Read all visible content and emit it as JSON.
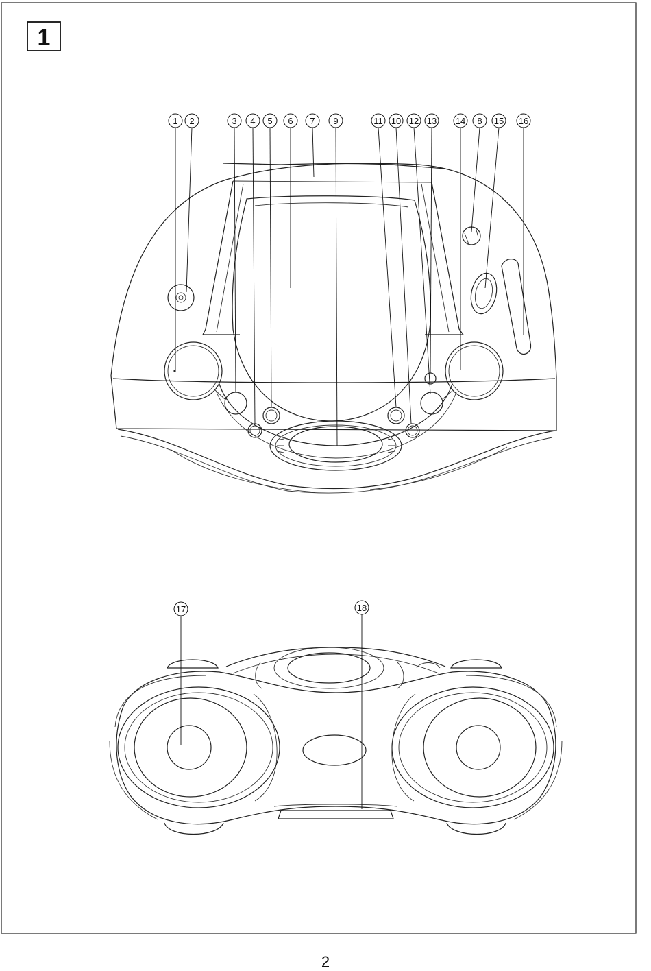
{
  "figure": {
    "number": "1"
  },
  "page": {
    "number": "2"
  },
  "front_view": {
    "callouts": [
      {
        "id": "c1",
        "label": "1"
      },
      {
        "id": "c2",
        "label": "2"
      },
      {
        "id": "c3",
        "label": "3"
      },
      {
        "id": "c4",
        "label": "4"
      },
      {
        "id": "c5",
        "label": "5"
      },
      {
        "id": "c6",
        "label": "6"
      },
      {
        "id": "c7",
        "label": "7"
      },
      {
        "id": "c9",
        "label": "9"
      },
      {
        "id": "c11",
        "label": "11"
      },
      {
        "id": "c10",
        "label": "10"
      },
      {
        "id": "c12",
        "label": "12"
      },
      {
        "id": "c13",
        "label": "13"
      },
      {
        "id": "c14",
        "label": "14"
      },
      {
        "id": "c8",
        "label": "8"
      },
      {
        "id": "c15",
        "label": "15"
      },
      {
        "id": "c16",
        "label": "16"
      }
    ]
  },
  "rear_view": {
    "callouts": [
      {
        "id": "c17",
        "label": "17"
      },
      {
        "id": "c18",
        "label": "18"
      }
    ]
  }
}
